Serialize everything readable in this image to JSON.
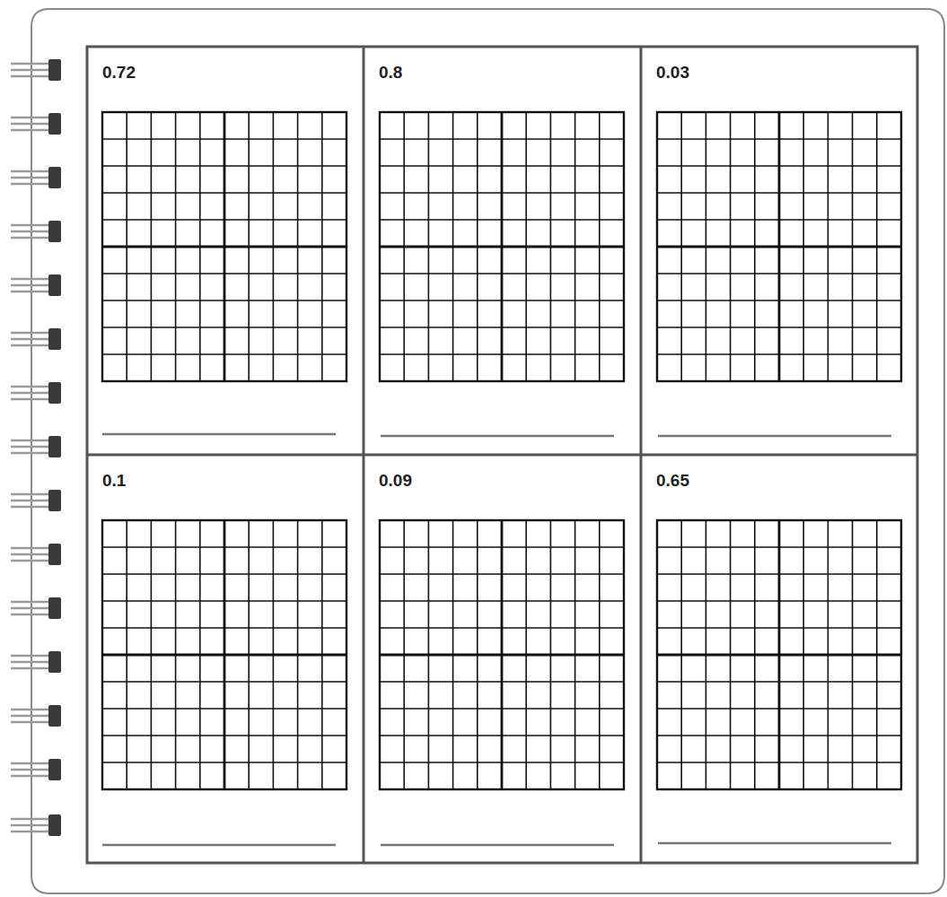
{
  "diagram": {
    "nodes": [
      {
        "text": [
          "0.72"
        ]
      },
      {
        "text": [
          "0.8"
        ]
      },
      {
        "text": [
          "0.03"
        ]
      },
      {
        "text": [
          "0.1"
        ]
      },
      {
        "text": [
          "0.09"
        ]
      },
      {
        "text": [
          "0.65"
        ]
      }
    ]
  }
}
